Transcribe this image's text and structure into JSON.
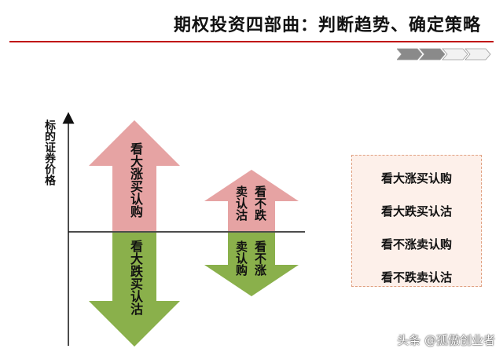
{
  "header": {
    "title": "期权投资四部曲：判断趋势、确定策略"
  },
  "progress": {
    "step_count": 4,
    "active_steps": 2,
    "active_color": "#8a8a8a",
    "inactive_color": "#f2f2f2"
  },
  "diagram": {
    "y_axis_label": "标的证券价格",
    "arrows": {
      "up_large": {
        "text": "看大涨买认购",
        "color": "#e6a3a3"
      },
      "down_large": {
        "text": "看大跌买认沽",
        "color": "#8ab04b"
      },
      "up_small": {
        "col1": "卖认沽",
        "col2": "看不跌",
        "color": "#e6a3a3"
      },
      "down_small": {
        "col1": "卖认购",
        "col2": "看不涨",
        "color": "#8ab04b"
      }
    }
  },
  "legend": {
    "items": [
      "看大涨买认购",
      "看大跌买认沽",
      "看不涨卖认购",
      "看不跌卖认沽"
    ]
  },
  "watermark": {
    "text": "头条 @孤傲创业者"
  }
}
